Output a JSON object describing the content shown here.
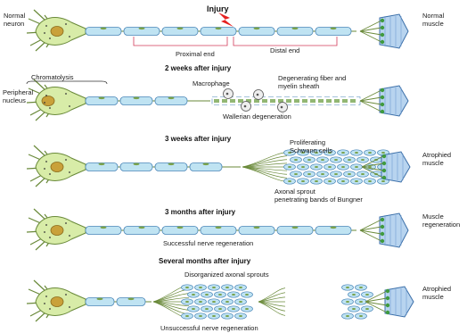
{
  "panels": [
    {
      "heading": "Injury",
      "labels": {
        "left": "Normal neuron",
        "right": "Normal muscle",
        "proximal": "Proximal end",
        "distal": "Distal end"
      }
    },
    {
      "heading": "2  weeks after injury",
      "labels": {
        "chromatolysis": "Chromatolysis",
        "peripheral": "Peripheral nucleus",
        "macrophage": "Macrophage",
        "degenerating": "Degenerating fiber and myelin sheath",
        "wallerian": "Wallerian degeneration"
      }
    },
    {
      "heading": "3  weeks after injury",
      "labels": {
        "proliferating": "Proliferating Schwann cells",
        "right": "Atrophied muscle",
        "sprout": "Axonal sprout penetrating bands of Bungner"
      }
    },
    {
      "heading": "3  months after injury",
      "labels": {
        "right": "Muscle regeneration",
        "success": "Successful nerve regeneration"
      }
    },
    {
      "heading": "Several months after injury",
      "labels": {
        "disorganized": "Disorganized axonal sprouts",
        "right": "Atrophied muscle",
        "unsuccess": "Unsuccessful nerve regeneration"
      }
    }
  ],
  "colors": {
    "cell": "#d8eca8",
    "nucleus": "#c9a13a",
    "myelin": "#bfe3f2",
    "myelin_stroke": "#4a86b8",
    "schwann_nucleus": "#7aa24a",
    "muscle": "#b8d4ef",
    "muscle_dot": "#3f9a3f",
    "injury": "#e62020",
    "bracket": "#d23b5a"
  },
  "icons": [
    "neuron-body-icon",
    "lightning-bolt-icon",
    "macrophage-icon",
    "muscle-fiber-icon"
  ]
}
